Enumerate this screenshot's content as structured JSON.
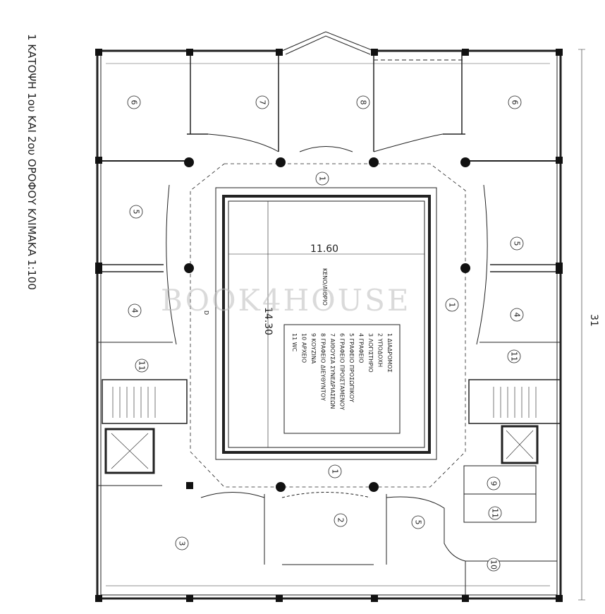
{
  "title": "1  ΚΑΤΟΨΗ 1ου  ΚΑΙ 2ου  ΟΡΟΦΟΥ  ΚΛΙΜΑΚΑ 1:100",
  "dimensions": {
    "width_label": "11.60",
    "depth_label": "14.30",
    "overall_label": "31"
  },
  "void_label": "ΚΕΝΟ/ΑΙΘΡΙΟ",
  "watermark": "BOOK4HOUSE",
  "legend": [
    "1   ΔΙΑΔΡΟΜΟΣ",
    "2   ΥΠΟΔΟΧΗ",
    "3   ΛΟΓΙΣΤΗΡΙΟ",
    "4   ΓΡΑΦΕΙΟ",
    "5   ΓΡΑΦΕΙΟ  ΠΡΟΣΩΠΙΚΟΥ",
    "6   ΓΡΑΦΕΙΟ  ΠΡΟΙΣΤΑΜΕΝΟΥ",
    "7   ΑΙΘΟΥΣΑ  ΣΥΝΕΔΡΙΑΣΕΩΝ",
    "8   ΓΡΑΦΕΙΟ  ΔΙΕΥΘΥΝΤΟΥ",
    "9   ΚΟΥΖΙΝΑ",
    "10  ΑΡΧΕΙΟ",
    "11  WC"
  ],
  "rooms": [
    "6",
    "7",
    "8",
    "6",
    "5",
    "5",
    "4",
    "4",
    "1",
    "1",
    "1",
    "11",
    "11",
    "9",
    "11",
    "2",
    "5",
    "3",
    "10"
  ],
  "small_marks": [
    "D"
  ]
}
